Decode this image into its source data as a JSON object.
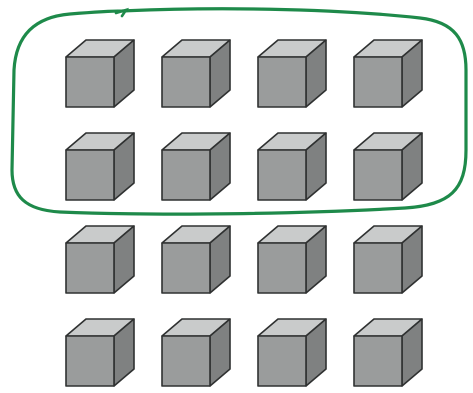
{
  "diagram": {
    "rows": 4,
    "columns": 4,
    "circled_rows": 2,
    "colors": {
      "cube_front": "#9a9c9c",
      "cube_top": "#c9cbcb",
      "cube_side": "#7f8181",
      "cube_edge": "#2f3131",
      "loop": "#1e8a4a",
      "background": "#ffffff"
    }
  }
}
